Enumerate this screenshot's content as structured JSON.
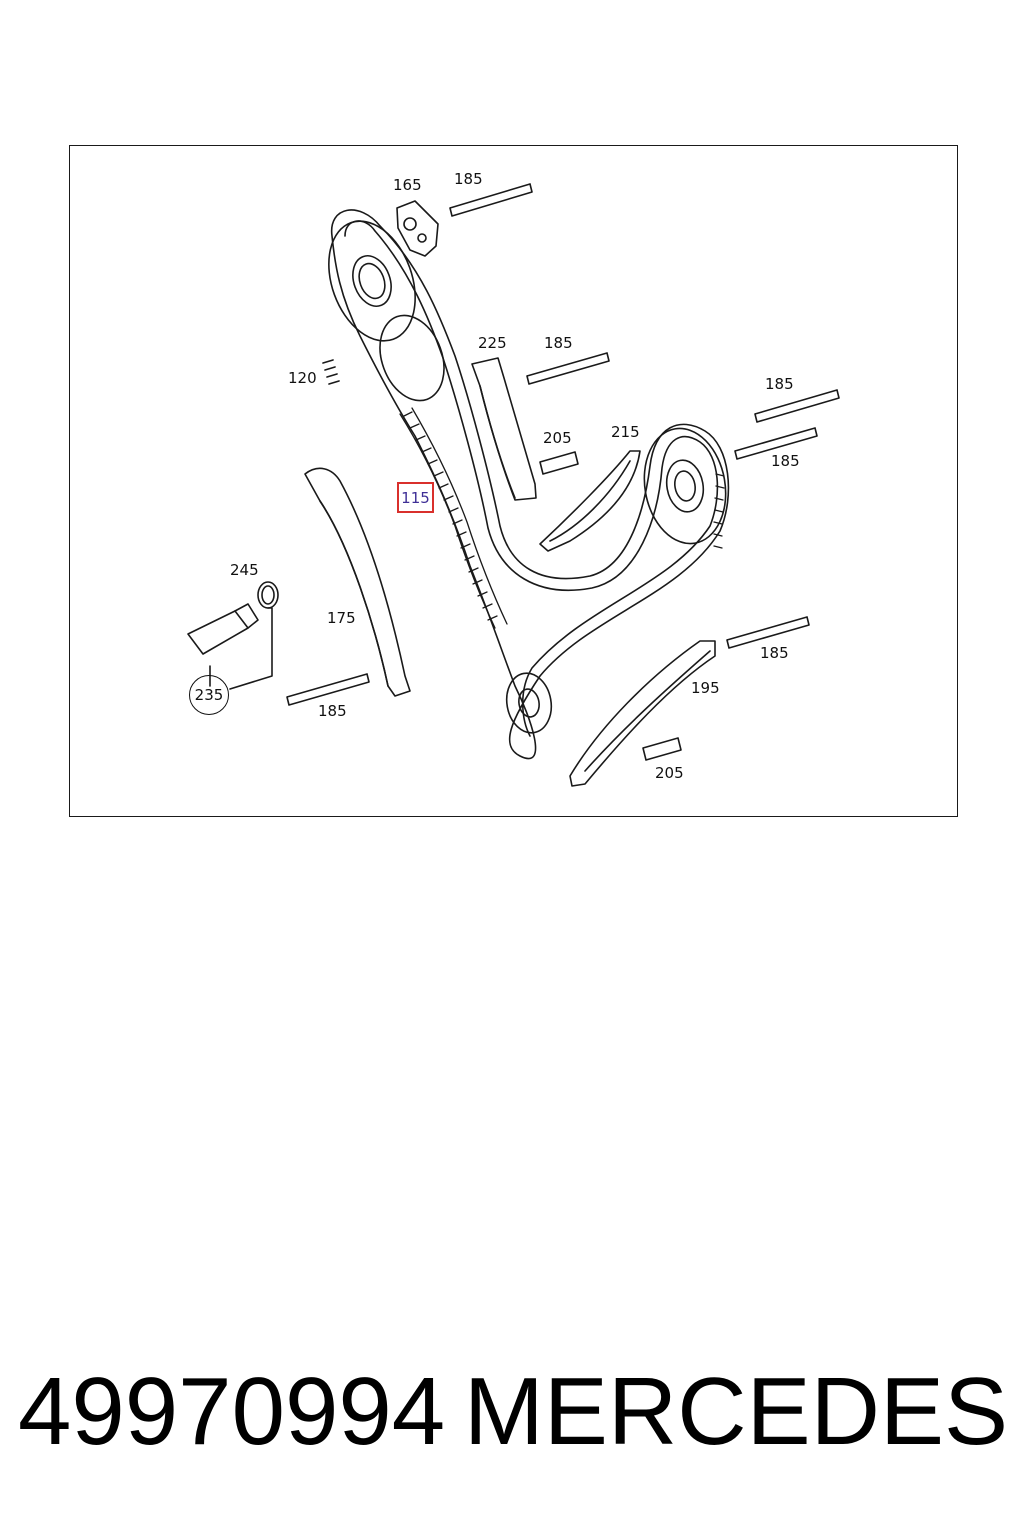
{
  "diagram": {
    "labels": {
      "p165": "165",
      "p185_a": "185",
      "p225": "225",
      "p185_b": "185",
      "p185_c": "185",
      "p120": "120",
      "p205_a": "205",
      "p215": "215",
      "p185_d": "185",
      "p115": "115",
      "p245": "245",
      "p175": "175",
      "p235": "235",
      "p185_e": "185",
      "p185_f": "185",
      "p195": "195",
      "p205_b": "205"
    },
    "highlight_color": "#d9302c"
  },
  "caption": {
    "part_number": "49970994",
    "brand": "MERCEDES"
  }
}
